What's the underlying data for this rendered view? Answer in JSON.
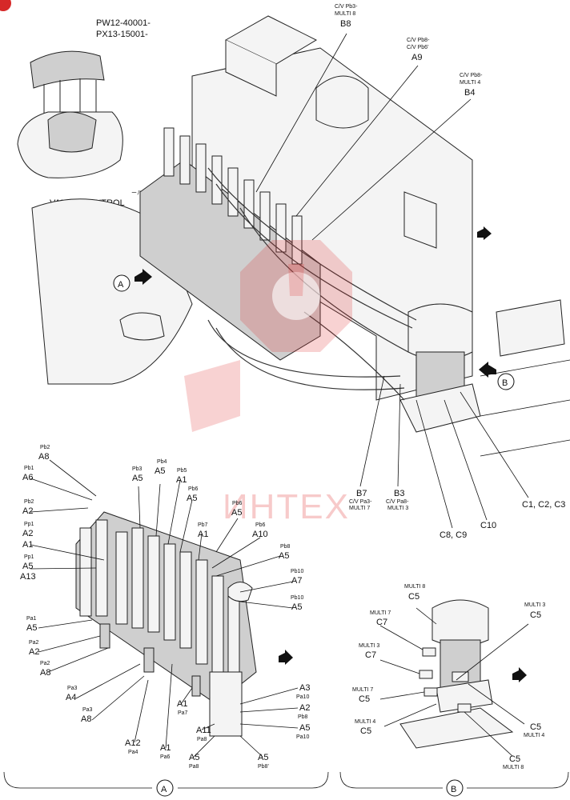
{
  "header": {
    "serial_line1": "PW12-40001-",
    "serial_line2": "PX13-15001-"
  },
  "inset": {
    "title": "VALVE, CONTROL",
    "suffix": "ール"
  },
  "markers": {
    "a": "A",
    "b": "B"
  },
  "watermark": {
    "text": "ИНТЕХ"
  },
  "main_callouts": [
    {
      "lines": [
        "C/V Pb3-",
        "MULTI 8",
        "B8"
      ]
    },
    {
      "lines": [
        "C/V Pb8-",
        "C/V Pb6'",
        "A9"
      ]
    },
    {
      "lines": [
        "C/V Pb8-",
        "MULTI 4",
        "B4"
      ]
    },
    {
      "lines": [
        "B7",
        "C/V Pa3-",
        "MULTI 7"
      ]
    },
    {
      "lines": [
        "B3",
        "C/V Pa8-",
        "MULTI 3"
      ]
    },
    {
      "lines": [
        "C8, C9"
      ]
    },
    {
      "lines": [
        "C10"
      ]
    },
    {
      "lines": [
        "C1, C2, C3"
      ]
    }
  ],
  "view_a_labels": [
    {
      "port": "Pb2",
      "code": "A8"
    },
    {
      "port": "Pb1",
      "code": "A6"
    },
    {
      "port": "Pb2",
      "code": "A2"
    },
    {
      "port": "Pp1",
      "code": "A2"
    },
    {
      "port": "",
      "code": "A1"
    },
    {
      "port": "Pp1",
      "code": "A5"
    },
    {
      "port": "",
      "code": "A13"
    },
    {
      "port": "Pb3",
      "code": "A5"
    },
    {
      "port": "Pb4",
      "code": "A5"
    },
    {
      "port": "Pb5",
      "code": "A1"
    },
    {
      "port": "Pb6",
      "code": "A5"
    },
    {
      "port": "Pb6",
      "code": "A5"
    },
    {
      "port": "Pb7",
      "code": "A1"
    },
    {
      "port": "Pb6",
      "code": "A10"
    },
    {
      "port": "Pb8",
      "code": "A5"
    },
    {
      "port": "Pb10",
      "code": "A7"
    },
    {
      "port": "Pb10",
      "code": "A5"
    },
    {
      "port": "Pa1",
      "code": "A5"
    },
    {
      "port": "Pa2",
      "code": "A2"
    },
    {
      "port": "Pa2",
      "code": "A8"
    },
    {
      "port": "Pa3",
      "code": "A4"
    },
    {
      "port": "Pa3",
      "code": "A8"
    },
    {
      "port": "Pa4",
      "code": "A12"
    },
    {
      "port": "Pa6",
      "code": "A1"
    },
    {
      "port": "Pa7",
      "code": "A1"
    },
    {
      "port": "Pa8",
      "code": "A11"
    },
    {
      "port": "Pa8",
      "code": "A5"
    },
    {
      "port": "Pa10",
      "code": "A3"
    },
    {
      "port": "Pb8",
      "code": "A2"
    },
    {
      "port": "Pa10",
      "code": "A5"
    },
    {
      "port": "Pb8'",
      "code": "A5"
    }
  ],
  "view_b_labels": [
    {
      "port": "MULTI 8",
      "code": "C5"
    },
    {
      "port": "MULTI 3",
      "code": "C5"
    },
    {
      "port": "MULTI 7",
      "code": "C7"
    },
    {
      "port": "MULTI 3",
      "code": "C7"
    },
    {
      "port": "MULTI 7",
      "code": "C5"
    },
    {
      "port": "MULTI 4",
      "code": "C5"
    },
    {
      "port": "MULTI 4",
      "code": "C5"
    },
    {
      "port": "MULTI 8",
      "code": "C5"
    }
  ]
}
